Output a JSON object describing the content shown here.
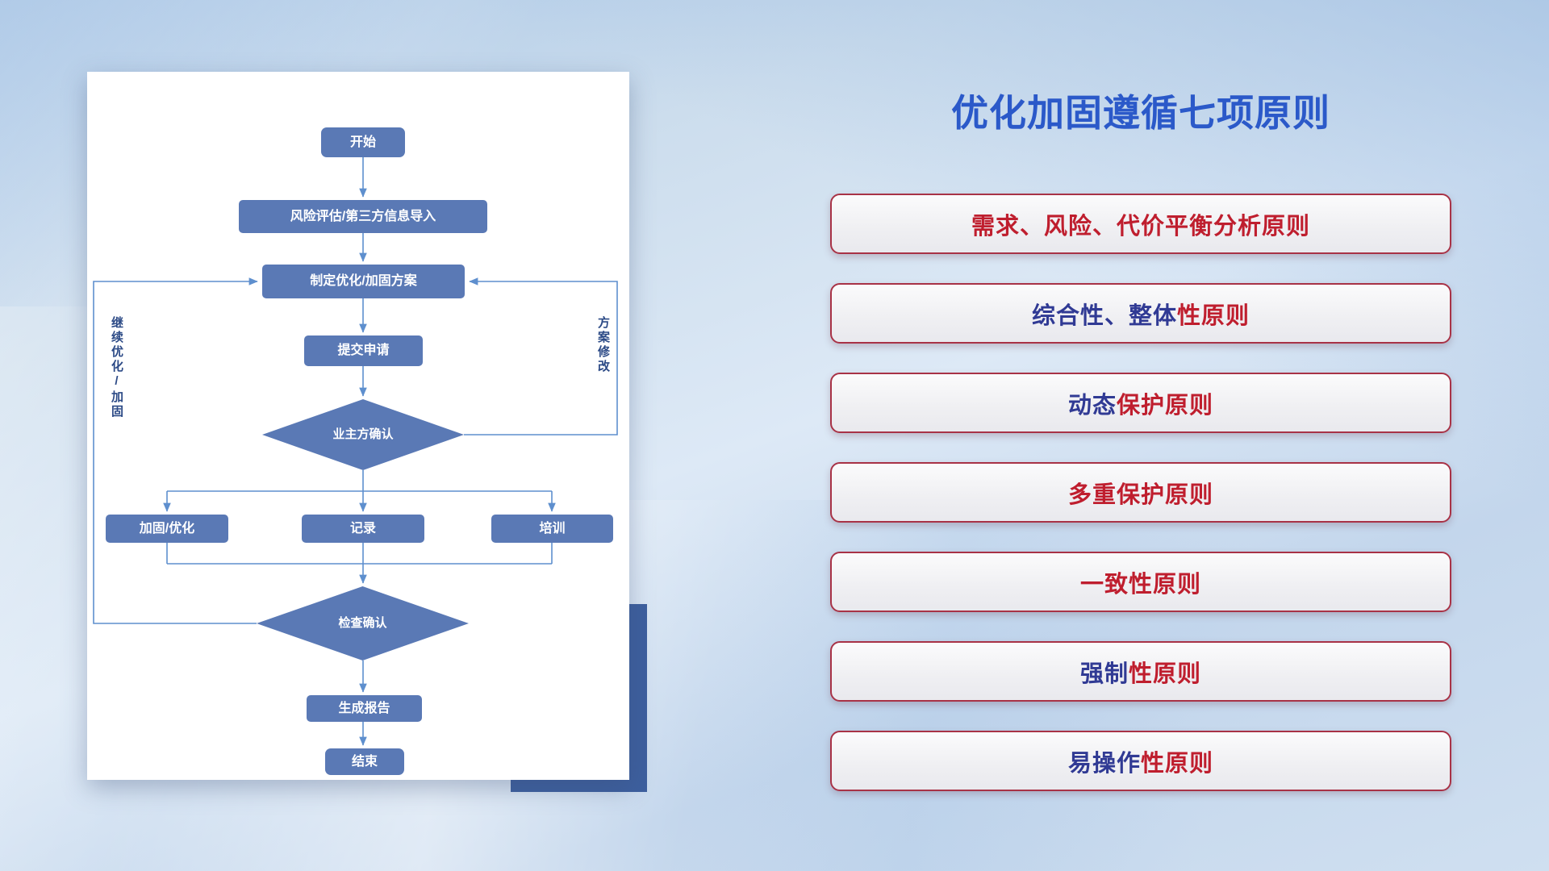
{
  "slide": {
    "title": "优化加固遵循七项原则"
  },
  "colors": {
    "title": "#2b59c9",
    "node-fill": "#5a79b5",
    "node-text": "#ffffff",
    "connector": "#5e8fce",
    "principle-border": "#a83246",
    "principle-blue": "#303a94",
    "principle-red": "#bf1e2e",
    "loop-label": "#2c4a86",
    "deco-rect": "#3d5f9e"
  },
  "flowchart": {
    "nodes": {
      "start": "开始",
      "risk_import": "风险评估/第三方信息导入",
      "make_plan": "制定优化/加固方案",
      "submit": "提交申请",
      "owner_confirm": "业主方确认",
      "harden_optimize": "加固/优化",
      "record": "记录",
      "training": "培训",
      "check_confirm": "检查确认",
      "report": "生成报告",
      "end": "结束"
    },
    "loop_labels": {
      "left": "继续优化/加固",
      "right": "方案修改"
    }
  },
  "principles": [
    {
      "segments": [
        {
          "text": "需求、风险、代价平衡分析原则",
          "color": "#bf1e2e"
        }
      ]
    },
    {
      "segments": [
        {
          "text": "综合性、整体",
          "color": "#303a94"
        },
        {
          "text": "性原则",
          "color": "#bf1e2e"
        }
      ]
    },
    {
      "segments": [
        {
          "text": "动态",
          "color": "#303a94"
        },
        {
          "text": "保护原则",
          "color": "#bf1e2e"
        }
      ]
    },
    {
      "segments": [
        {
          "text": "多重保护原则",
          "color": "#bf1e2e"
        }
      ]
    },
    {
      "segments": [
        {
          "text": "一致性原则",
          "color": "#bf1e2e"
        }
      ]
    },
    {
      "segments": [
        {
          "text": "强制",
          "color": "#303a94"
        },
        {
          "text": "性原则",
          "color": "#bf1e2e"
        }
      ]
    },
    {
      "segments": [
        {
          "text": "易操作",
          "color": "#303a94"
        },
        {
          "text": "性原则",
          "color": "#bf1e2e"
        }
      ]
    }
  ]
}
